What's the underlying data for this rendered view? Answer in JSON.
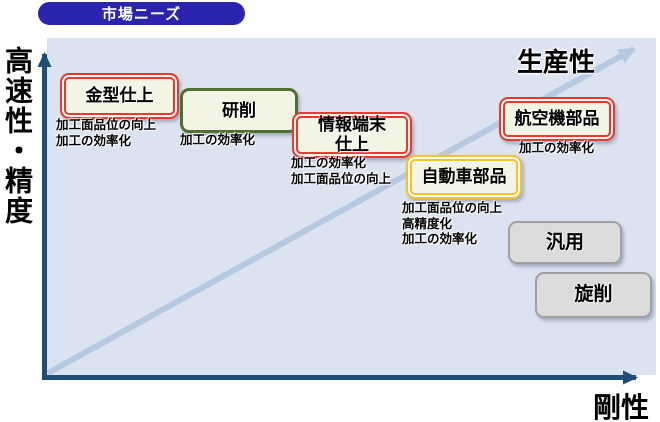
{
  "title_badge": {
    "label": "市場ニーズ"
  },
  "axes": {
    "y_label": "高速性・精度",
    "x_label": "剛性",
    "diagonal_label": "生産性"
  },
  "nodes": [
    {
      "label": "金型仕上",
      "style": "red",
      "sub": "加工面品位の向上\n加工の効率化"
    },
    {
      "label": "研削",
      "style": "green",
      "sub": "加工の効率化"
    },
    {
      "label": "情報端末\n仕上",
      "style": "red",
      "sub": "加工の効率化\n加工面品位の向上"
    },
    {
      "label": "自動車部品",
      "style": "yellow",
      "sub": "加工面品位の向上\n高精度化\n加工の効率化"
    },
    {
      "label": "航空機部品",
      "style": "red",
      "sub": "加工の効率化"
    },
    {
      "label": "汎用",
      "style": "gray",
      "sub": ""
    },
    {
      "label": "旋削",
      "style": "gray",
      "sub": ""
    }
  ],
  "colors": {
    "badge_bg": "#2a24ae",
    "plot_bg": "#dbe3f1",
    "axis": "#1f4e79",
    "diagonal_arrow": "#b7c9e2",
    "node_fill": "#f4f4e4",
    "red_border": "#e63a2e",
    "yellow_border": "#f3c02f",
    "green_border": "#4f7031",
    "gray_border": "#a0a0a0",
    "gray_fill": "#dbdbdb"
  }
}
